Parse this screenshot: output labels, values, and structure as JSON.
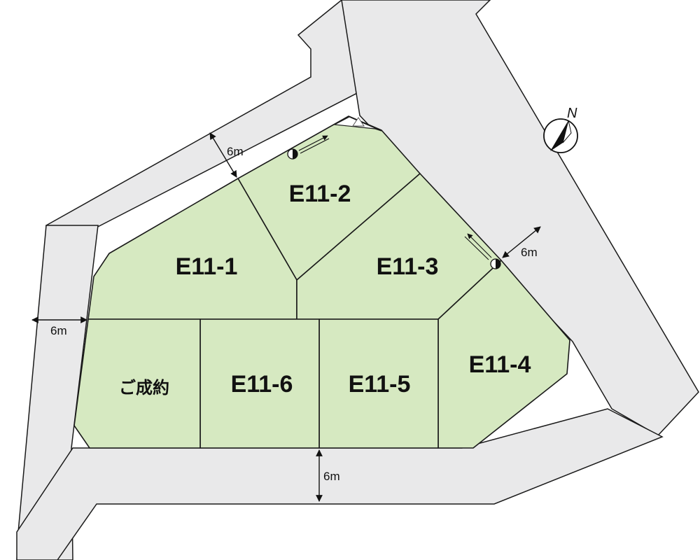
{
  "lots": [
    {
      "id": "E11-1",
      "label": "E11-1"
    },
    {
      "id": "E11-2",
      "label": "E11-2"
    },
    {
      "id": "E11-3",
      "label": "E11-3"
    },
    {
      "id": "E11-4",
      "label": "E11-4"
    },
    {
      "id": "E11-5",
      "label": "E11-5"
    },
    {
      "id": "E11-6",
      "label": "E11-6"
    },
    {
      "id": "sold",
      "label": "ご成約"
    }
  ],
  "roads": {
    "north": {
      "width": "6m"
    },
    "northeast": {
      "width": "6m"
    },
    "west": {
      "width": "6m"
    },
    "south": {
      "width": "6m"
    }
  },
  "compass": {
    "label": "N"
  },
  "colors": {
    "lot_fill": "#d6e9c1",
    "road_fill": "#e9e9ea",
    "outline": "#1a1a1a"
  }
}
